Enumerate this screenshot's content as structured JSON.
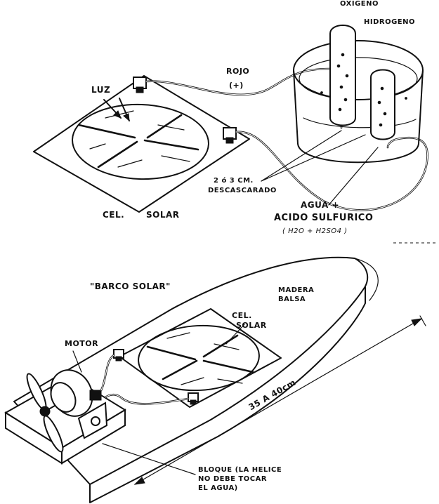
{
  "labels": {
    "oxigeno": "OXIGENO",
    "hidrogeno": "HIDROGENO",
    "rojo": "ROJO",
    "rojo_sign": "(+)",
    "luz": "LUZ",
    "descascarado_1": "2 ó 3 CM.",
    "descascarado_2": "DESCASCARADO",
    "agua": "AGUA +",
    "acido": "ACIDO SULFURICO",
    "formula": "( H2O + H2SO4 )",
    "cel_top": "CEL.",
    "solar_top": "SOLAR",
    "barco": "\"BARCO SOLAR\"",
    "madera_1": "MADERA",
    "madera_2": "BALSA",
    "cel_boat_1": "CEL.",
    "cel_boat_2": "SOLAR",
    "motor": "MOTOR",
    "medida": "35 A 40cm",
    "bloque_1": "BLOQUE (LA HELICE",
    "bloque_2": "NO DEBE TOCAR",
    "bloque_3": "EL AGUA)"
  },
  "colors": {
    "ink": "#111111",
    "paper": "#ffffff"
  }
}
